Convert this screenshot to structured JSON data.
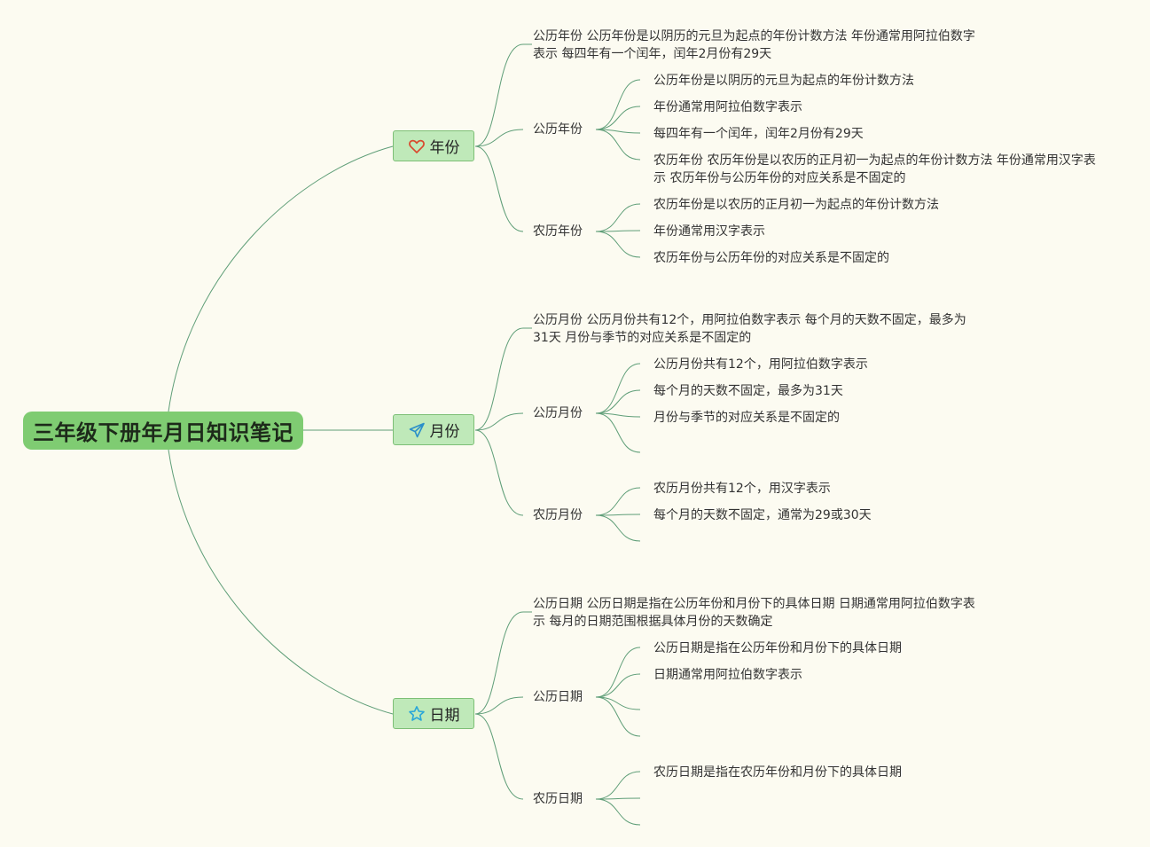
{
  "root": {
    "title": "三年级下册年月日知识笔记"
  },
  "branches": [
    {
      "label": "年份",
      "icon": "heart-icon",
      "icon_color": "#d9492e",
      "summary": "公历年份 公历年份是以阴历的元旦为起点的年份计数方法 年份通常用阿拉伯数字表示 每四年有一个闰年，闰年2月份有29天",
      "subs": [
        {
          "label": "公历年份",
          "leaves": [
            "公历年份是以阴历的元旦为起点的年份计数方法",
            "年份通常用阿拉伯数字表示",
            "每四年有一个闰年，闰年2月份有29天",
            "农历年份 农历年份是以农历的正月初一为起点的年份计数方法 年份通常用汉字表示 农历年份与公历年份的对应关系是不固定的"
          ]
        },
        {
          "label": "农历年份",
          "leaves": [
            "农历年份是以农历的正月初一为起点的年份计数方法",
            "年份通常用汉字表示",
            "农历年份与公历年份的对应关系是不固定的"
          ]
        }
      ]
    },
    {
      "label": "月份",
      "icon": "send-icon",
      "icon_color": "#2a8fc9",
      "summary": "公历月份 公历月份共有12个，用阿拉伯数字表示 每个月的天数不固定，最多为31天 月份与季节的对应关系是不固定的",
      "subs": [
        {
          "label": "公历月份",
          "leaves": [
            "公历月份共有12个，用阿拉伯数字表示",
            "每个月的天数不固定，最多为31天",
            "月份与季节的对应关系是不固定的",
            ""
          ]
        },
        {
          "label": "农历月份",
          "leaves": [
            "农历月份共有12个，用汉字表示",
            "每个月的天数不固定，通常为29或30天",
            ""
          ]
        }
      ]
    },
    {
      "label": "日期",
      "icon": "star-icon",
      "icon_color": "#2aa7d9",
      "summary": "公历日期 公历日期是指在公历年份和月份下的具体日期 日期通常用阿拉伯数字表示 每月的日期范围根据具体月份的天数确定",
      "subs": [
        {
          "label": "公历日期",
          "leaves": [
            "公历日期是指在公历年份和月份下的具体日期",
            "日期通常用阿拉伯数字表示",
            "",
            ""
          ]
        },
        {
          "label": "农历日期",
          "leaves": [
            "农历日期是指在农历年份和月份下的具体日期",
            "",
            ""
          ]
        }
      ]
    }
  ]
}
